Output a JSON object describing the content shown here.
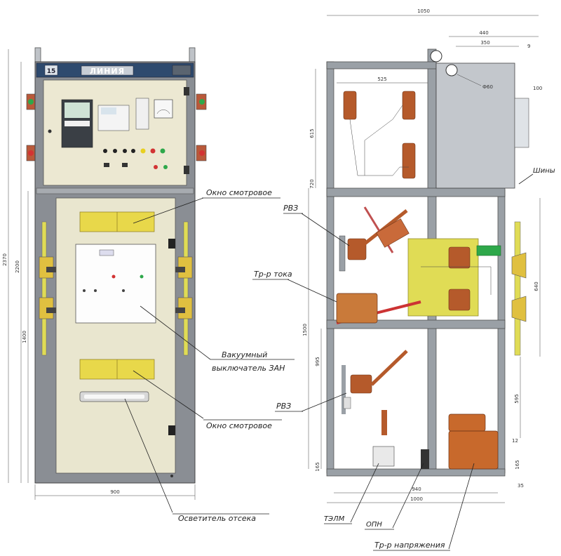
{
  "front": {
    "panel_number": "15",
    "panel_name": "ЛИНИЯ",
    "dim_height_total": "2370",
    "dim_height_body": "2200",
    "dim_height_lower": "1400",
    "dim_width": "900"
  },
  "side": {
    "dim_depth_total": "1050",
    "dim_440": "440",
    "dim_350": "350",
    "dim_525": "525",
    "dim_phi": "Ф60",
    "dim_100": "100",
    "dim_615": "615",
    "dim_720": "720",
    "dim_1500": "1500",
    "dim_995": "995",
    "dim_640": "640",
    "dim_595": "595",
    "dim_12": "12",
    "dim_165a": "165",
    "dim_165b": "165",
    "dim_35": "35",
    "dim_940": "940",
    "dim_1000": "1000",
    "dim_9": "9"
  },
  "labels": {
    "window_top": "Окно смотровое",
    "window_bottom": "Окно смотровое",
    "vacuum_breaker_line1": "Вакуумный",
    "vacuum_breaker_line2": "выключатель ЗАН",
    "compartment_light": "Осветитель отсека",
    "rvz_top": "РВЗ",
    "current_transformer": "Тр-р тока",
    "rvz_bottom": "РВЗ",
    "busbar": "Шины",
    "zn": "ТЭЛМ",
    "opn": "ОПН",
    "voltage_transformer": "Тр-р напряжения"
  },
  "colors": {
    "panel_gray": "#8a8e94",
    "door_beige": "#e9e6cf",
    "relay_panel": "#ece8d2",
    "header_blue": "#2e4a6e",
    "window_yellow": "#e8d84a",
    "insulator_brown": "#b55a2b",
    "ct_orange": "#c97a3a",
    "vt_orange": "#c8692c",
    "breaker_yellow": "#e0dc55",
    "busbar_red": "#cc3333",
    "lamp_green": "#2ea84a",
    "lamp_red": "#d23333"
  }
}
